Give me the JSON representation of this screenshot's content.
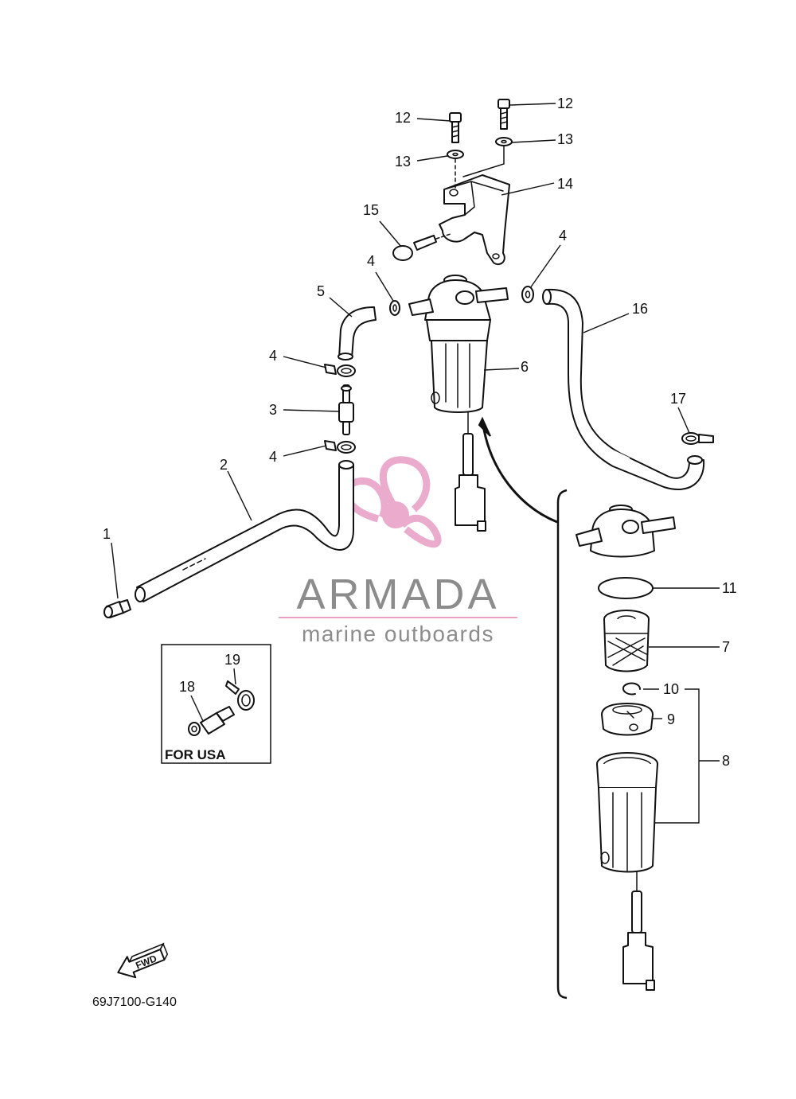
{
  "callouts": {
    "c1": "1",
    "c2": "2",
    "c3": "3",
    "c4a": "4",
    "c4b": "4",
    "c4c": "4",
    "c4d": "4",
    "c5": "5",
    "c6": "6",
    "c7": "7",
    "c8": "8",
    "c9": "9",
    "c10": "10",
    "c11": "11",
    "c12a": "12",
    "c12b": "12",
    "c13a": "13",
    "c13b": "13",
    "c14": "14",
    "c15": "15",
    "c16": "16",
    "c17": "17",
    "c18": "18",
    "c19": "19"
  },
  "inset": {
    "label": "FOR USA"
  },
  "fwd": {
    "label": "FWD"
  },
  "drawing_code": "69J7100-G140",
  "watermark": {
    "brand": "ARMADA",
    "tagline": "marine outboards",
    "logo_color": "#e8a2c8",
    "text_color": "#8c8c8c"
  }
}
